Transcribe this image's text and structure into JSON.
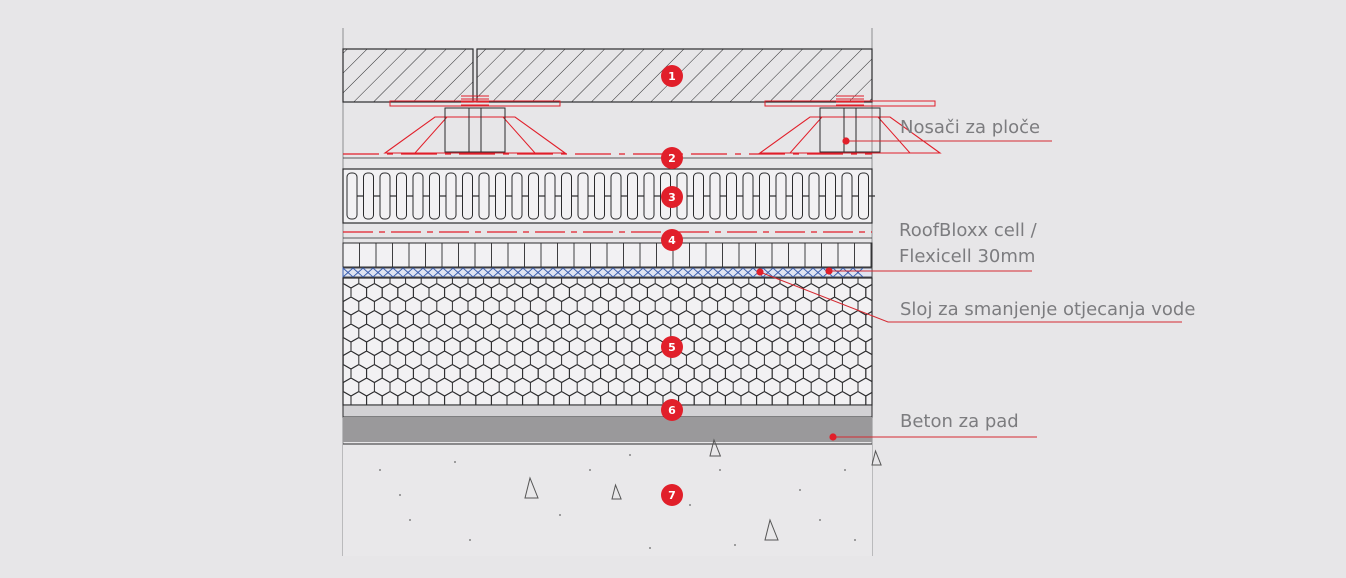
{
  "colors": {
    "background": "#e7e6e8",
    "line": "#2b2b2d",
    "accent_red": "#e11f2a",
    "leader_red": "#d42a32",
    "mesh_blue": "#3b5fb0",
    "screed_gray": "#9a999b",
    "label_gray": "#7c7c7f"
  },
  "layers": [
    {
      "number": "1",
      "pattern": "diagonal-hatch"
    },
    {
      "number": "2",
      "pattern": "red-dashed-membrane"
    },
    {
      "number": "3",
      "pattern": "interlocking-drainage-cells"
    },
    {
      "number": "4",
      "pattern": "grid-cells"
    },
    {
      "number": "5",
      "pattern": "hexagonal-honeycomb"
    },
    {
      "number": "6",
      "pattern": "screed-band"
    },
    {
      "number": "7",
      "pattern": "concrete-aggregate"
    }
  ],
  "callouts": [
    {
      "id": "supports",
      "lines": [
        "Nosači za ploče"
      ]
    },
    {
      "id": "cells",
      "lines": [
        "RoofBloxx cell /",
        "Flexicell 30mm"
      ]
    },
    {
      "id": "runoff",
      "lines": [
        "Sloj za smanjenje otjecanja vode"
      ]
    },
    {
      "id": "slope",
      "lines": [
        "Beton za pad"
      ]
    }
  ]
}
